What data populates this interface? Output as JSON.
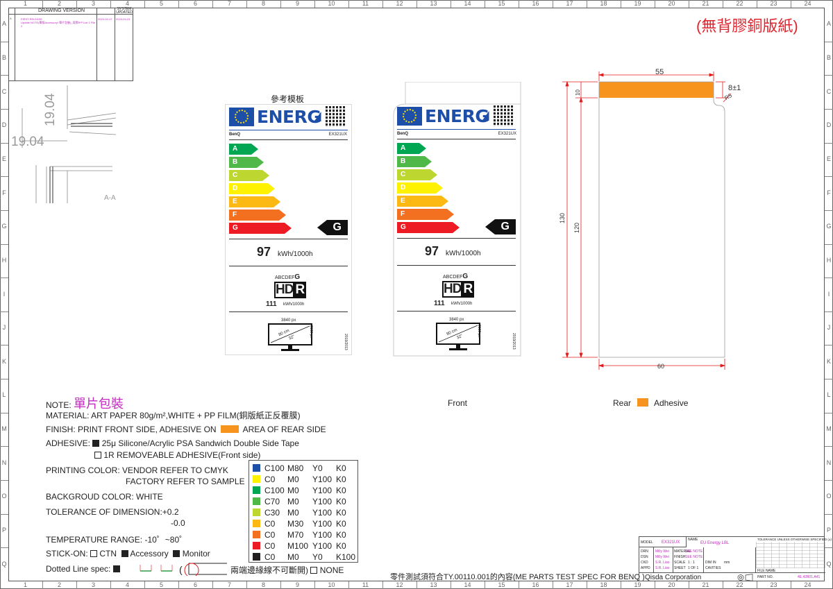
{
  "columns": [
    "1",
    "2",
    "3",
    "4",
    "5",
    "6",
    "7",
    "8",
    "9",
    "10",
    "11",
    "12",
    "13",
    "14",
    "15",
    "16",
    "17",
    "18",
    "19",
    "20",
    "21",
    "22",
    "23",
    "24"
  ],
  "rows": [
    "A",
    "B",
    "C",
    "D",
    "E",
    "F",
    "G",
    "H",
    "I",
    "J",
    "K",
    "L",
    "M",
    "N",
    "O",
    "P",
    "Q"
  ],
  "revision": {
    "title": "DRAWING VERSION",
    "system_updated": "SYSTEM UPDATED",
    "rev": "A",
    "line1": "FIRST RELEASE",
    "line2": "Update NOTE(單版Accessory/ 單片包裝)_背膠8*P List 1 File 2",
    "date1": "2024-04-17",
    "date2": "2024-04-24"
  },
  "stamp": "(無背膠銅版紙)",
  "section": {
    "dim1": "19.04",
    "dim2": "19.04",
    "label": "A-A"
  },
  "reference_title": "參考模板",
  "energy_label": {
    "energy_text": "ENERG",
    "brand": "BenQ",
    "model": "EX321UX",
    "classes": [
      "A",
      "B",
      "C",
      "D",
      "E",
      "F",
      "G"
    ],
    "rating": "G",
    "sdr_value": "97",
    "unit": "kWh/1000h",
    "hdr_scale": "ABCDEFG",
    "hdr_logo_left": "HD",
    "hdr_logo_right": "R",
    "hdr_value": "111",
    "hdr_unit": "kWh/1000h",
    "px_width": "3840 px",
    "px_height": "2160 px",
    "diag_cm": "80 cm",
    "diag_in": "32\"",
    "regulation": "2019/2013"
  },
  "class_colors": [
    "#00a651",
    "#50b848",
    "#bed630",
    "#fff200",
    "#fdb913",
    "#f37021",
    "#ed1c24"
  ],
  "front_caption": "Front",
  "rear": {
    "caption": "Rear",
    "adhesive_label": "Adhesive",
    "adhesive_color": "#f7941d",
    "width_top": "55",
    "height_adh": "10",
    "tol": "8±1",
    "radius": "R5",
    "height_total": "130",
    "height_inner": "120",
    "width_bottom": "60"
  },
  "notes": {
    "note_prefix": "NOTE:",
    "note_title": "單片包裝",
    "material": "MATERIAL: ART PAPER 80g/m²,WHITE + PP FILM(銅版紙正反覆膜)",
    "finish_a": "FINISH: PRINT FRONT SIDE, ADHESIVE ON",
    "finish_b": "AREA OF REAR SIDE",
    "adhesive_label": "ADHESIVE:",
    "adhesive_1": "25μ Silicone/Acrylic PSA Sandwich Double Side Tape",
    "adhesive_2": "1R REMOVEABLE ADHESIVE(Front side)",
    "printing_1": "PRINTING COLOR: VENDOR REFER TO CMYK",
    "printing_2": "FACTORY REFER TO SAMPLE",
    "background": "BACKGROUD COLOR: WHITE",
    "tolerance_1": "TOLERANCE OF DIMENSION:+0.2",
    "tolerance_2": "-0.0",
    "temperature": "TEMPERATURE  RANGE:  -10゜~80゜",
    "stick_on": "STICK-ON:",
    "ctn": "CTN",
    "accessory": "Accessory",
    "monitor": "Monitor",
    "dotted": "Dotted Line spec:",
    "dotted_cn": "兩端邊緣線不可斷開)",
    "none": "NONE",
    "spec": "零件測試須符合TY.00110.001的內容(ME PARTS TEST SPEC FOR BENQ )"
  },
  "cmyk": [
    {
      "color": "#1d4ea8",
      "c": "C100",
      "m": "M80",
      "y": "Y0",
      "k": "K0"
    },
    {
      "color": "#fff200",
      "c": "C0",
      "m": "M0",
      "y": "Y100",
      "k": "K0"
    },
    {
      "color": "#00a651",
      "c": "C100",
      "m": "M0",
      "y": "Y100",
      "k": "K0"
    },
    {
      "color": "#50b848",
      "c": "C70",
      "m": "M0",
      "y": "Y100",
      "k": "K0"
    },
    {
      "color": "#bed630",
      "c": "C30",
      "m": "M0",
      "y": "Y100",
      "k": "K0"
    },
    {
      "color": "#fdb913",
      "c": "C0",
      "m": "M30",
      "y": "Y100",
      "k": "K0"
    },
    {
      "color": "#f37021",
      "c": "C0",
      "m": "M70",
      "y": "Y100",
      "k": "K0"
    },
    {
      "color": "#ed1c24",
      "c": "C0",
      "m": "M100",
      "y": "Y100",
      "k": "K0"
    },
    {
      "color": "#231f20",
      "c": "C0",
      "m": "M0",
      "y": "Y0",
      "k": "K100"
    }
  ],
  "titleblock": {
    "model_label": "MODEL",
    "model": "EX321UX",
    "name_label": "NAME",
    "name": "EU Energy LBL",
    "drn": "DRN",
    "dsn": "DSN",
    "ckd": "CKD",
    "appd": "APPD",
    "drn_name": "Milly Wei",
    "dsn_name": "Milly Wei",
    "ckd_name": "S.R. Liao",
    "appd_name": "S.R. Liao",
    "material_label": "MATERIAL",
    "material": "SEE NOTE",
    "finish_label": "FINISH",
    "finish": "SEE NOTE",
    "scale_label": "SCALE",
    "scale": "1 : 1",
    "dim_label": "DIM IN",
    "dim_unit": "mm",
    "sheet_label": "SHEET",
    "sheet": "1 OF 1",
    "cavities": "CAVITIES",
    "company": "Qisda Corporation",
    "tol_title": "TOLERANCE UNLESS OTHERWISE SPECIFIED (±)",
    "file_name": "FILE NAME",
    "part_no": "PART NO.",
    "part_no_val": "4E.42B01.A41"
  }
}
